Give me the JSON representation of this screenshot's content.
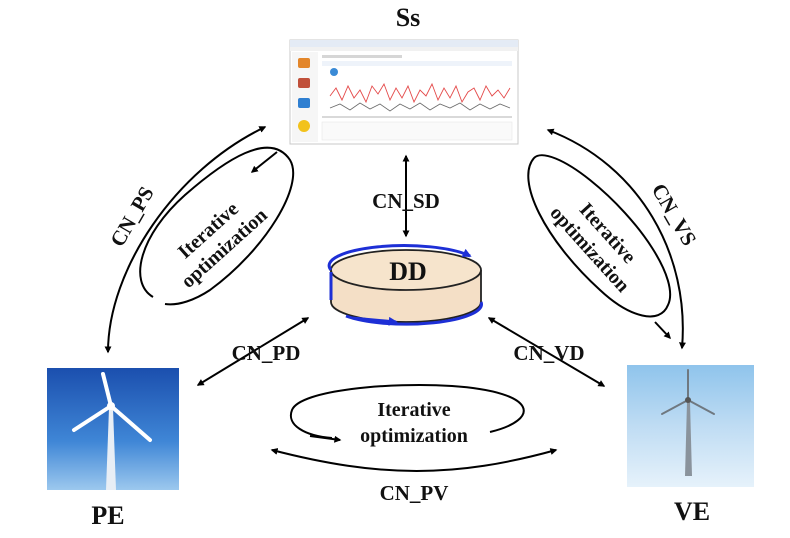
{
  "nodes": {
    "ss": "Ss",
    "dd": "DD",
    "pe": "PE",
    "ve": "VE"
  },
  "links": {
    "ps": "CN_PS",
    "sd": "CN_SD",
    "vs": "CN_VS",
    "pd": "CN_PD",
    "vd": "CN_VD",
    "pv": "CN_PV"
  },
  "loops": {
    "line1": "Iterative",
    "line2": "optimization"
  },
  "colors": {
    "cylinder_fill": "#f4dfc6",
    "loop_arrow": "#1d2fd6",
    "sky_top": "#1b52b8",
    "sky_bottom": "#cfe6f7"
  }
}
